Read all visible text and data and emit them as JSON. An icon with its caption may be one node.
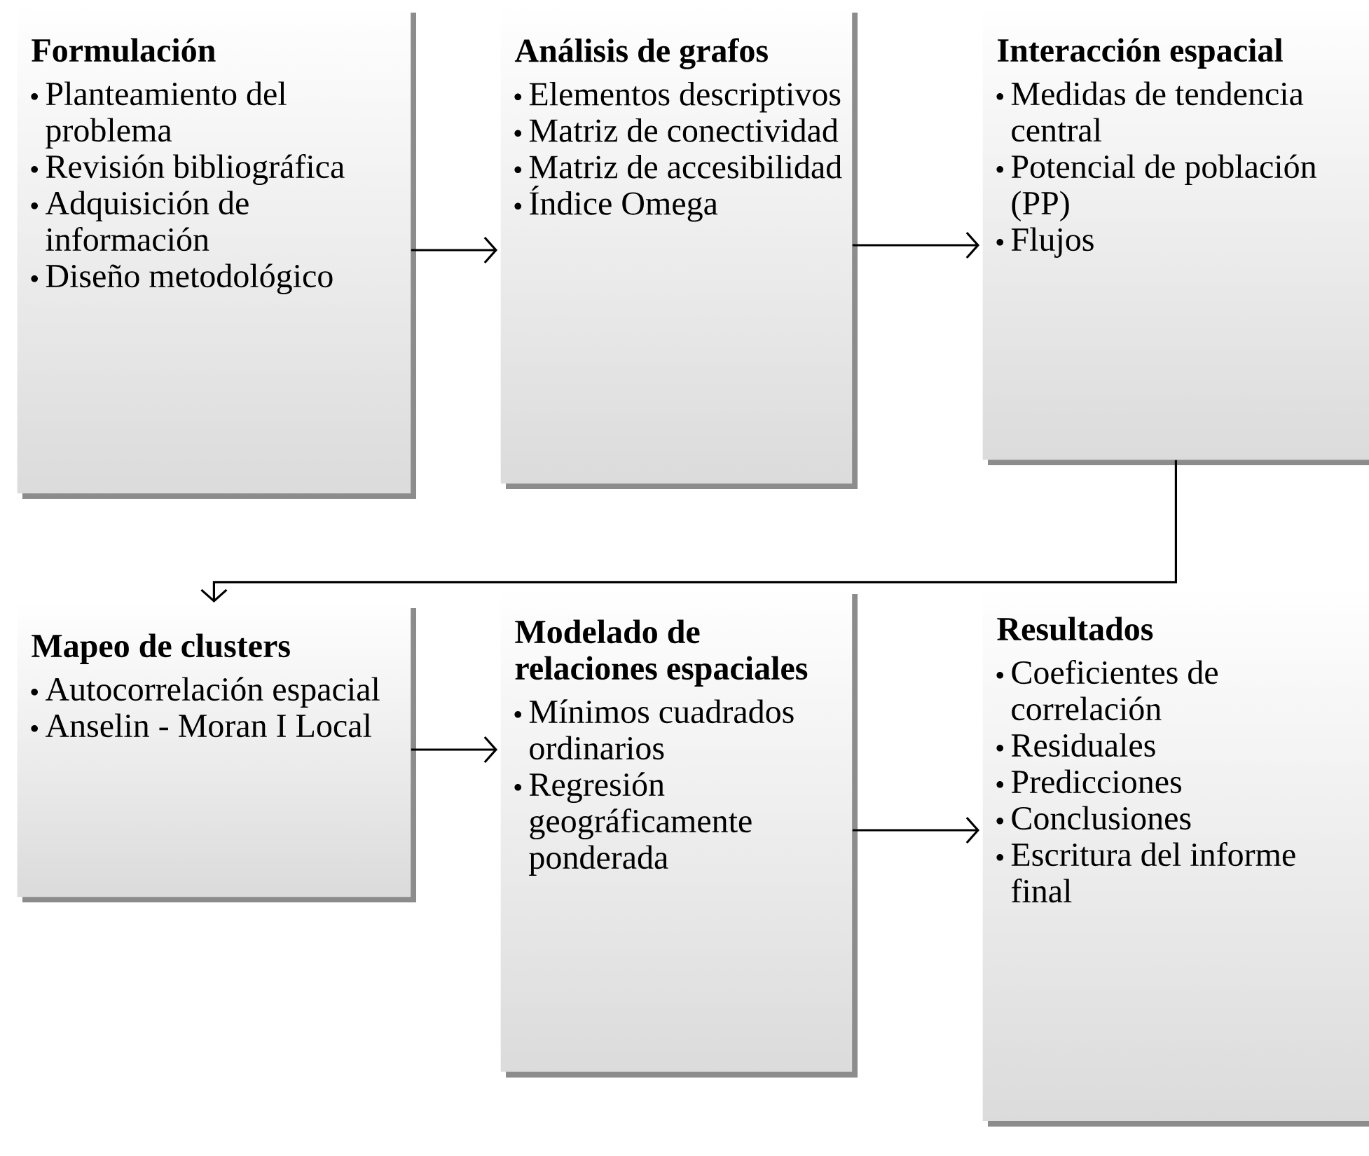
{
  "diagram": {
    "nodes": [
      {
        "text": [
          "Formulación",
          "Planteamiento del problema",
          "Revisión bibliográfica",
          "Adquisición de información",
          "Diseño metodológico"
        ]
      },
      {
        "text": [
          "Análisis de grafos",
          "Elementos descriptivos",
          "Matriz de conectividad",
          "Matriz de accesibilidad",
          "Índice Omega"
        ]
      },
      {
        "text": [
          "Interacción espacial",
          "Medidas de tendencia central",
          "Potencial de población (PP)",
          "Flujos"
        ]
      },
      {
        "text": [
          "Mapeo de clusters",
          "Autocorrelación espacial",
          "Anselin - Moran I Local"
        ]
      },
      {
        "text": [
          "Modelado de relaciones espaciales",
          "Mínimos cuadrados ordinarios",
          "Regresión geográficamente ponderada"
        ]
      },
      {
        "text": [
          "Resultados",
          "Coeficientes de correlación",
          "Residuales",
          "Predicciones",
          "Conclusiones",
          "Escritura del informe final"
        ]
      }
    ],
    "edges": [
      {
        "from": 0,
        "to": 1,
        "arrow": "to"
      },
      {
        "from": 1,
        "to": 2,
        "arrow": "to"
      },
      {
        "from": 2,
        "to": 3,
        "arrow": "to"
      },
      {
        "from": 3,
        "to": 4,
        "arrow": "to"
      },
      {
        "from": 4,
        "to": 5,
        "arrow": "to"
      }
    ]
  }
}
